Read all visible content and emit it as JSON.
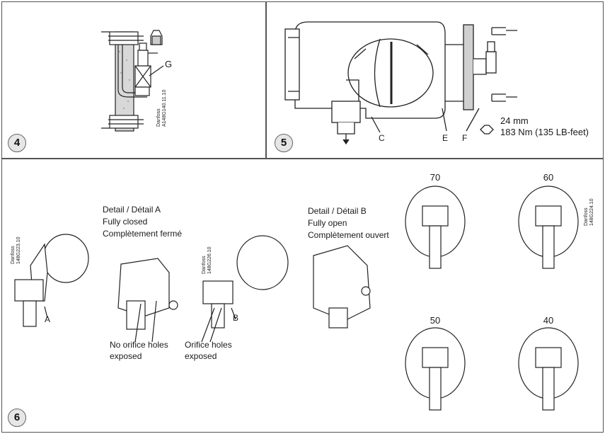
{
  "panel4": {
    "badge": "4",
    "label_g": "G",
    "code": "Danfoss\nA148G140.11.10"
  },
  "panel5": {
    "badge": "5",
    "label_c": "C",
    "label_e": "E",
    "label_f": "F",
    "wrench_size": "24 mm",
    "torque": "183 Nm (135 LB-feet)"
  },
  "panel6": {
    "badge": "6",
    "code_left": "Danfoss\n148G223.10",
    "code_mid": "Danfoss\n148G226.10",
    "code_right": "Danfoss\n148G224.10",
    "label_a": "A",
    "label_b": "B",
    "detail_a": {
      "title": "Detail / Détail A",
      "line1": "Fully closed",
      "line2": "Complètement fermé"
    },
    "detail_b": {
      "title": "Detail / Détail B",
      "line1": "Fully open",
      "line2": "Complètement ouvert"
    },
    "note_closed_1": "No orifice holes",
    "note_closed_2": "exposed",
    "note_open_1": "Orifice holes",
    "note_open_2": "exposed",
    "gauges": [
      "70",
      "60",
      "50",
      "40"
    ]
  }
}
